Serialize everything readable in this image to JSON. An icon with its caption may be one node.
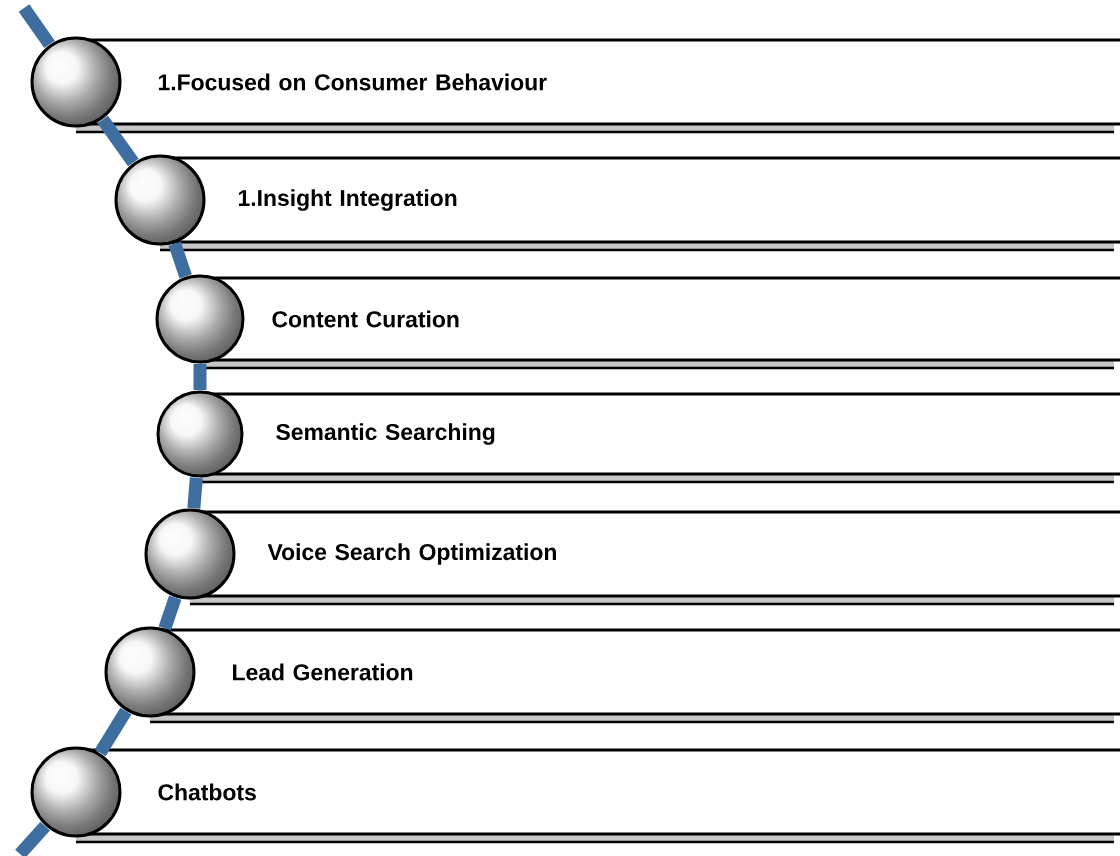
{
  "diagram": {
    "nodes": [
      {
        "text": [
          "1.Focused on Consumer Behaviour"
        ]
      },
      {
        "text": [
          "1.Insight Integration"
        ]
      },
      {
        "text": [
          "Content Curation"
        ]
      },
      {
        "text": [
          "Semantic Searching"
        ]
      },
      {
        "text": [
          "Voice Search Optimization"
        ]
      },
      {
        "text": [
          "Lead Generation"
        ]
      },
      {
        "text": [
          "Chatbots"
        ]
      }
    ],
    "edges": [
      {
        "from": null,
        "to": 0,
        "arrow": "none"
      },
      {
        "from": 0,
        "to": 1,
        "arrow": "none"
      },
      {
        "from": 1,
        "to": 2,
        "arrow": "none"
      },
      {
        "from": 2,
        "to": 3,
        "arrow": "none"
      },
      {
        "from": 3,
        "to": 4,
        "arrow": "none"
      },
      {
        "from": 4,
        "to": 5,
        "arrow": "none"
      },
      {
        "from": 5,
        "to": 6,
        "arrow": "none"
      },
      {
        "from": 6,
        "to": null,
        "arrow": "none"
      }
    ]
  }
}
